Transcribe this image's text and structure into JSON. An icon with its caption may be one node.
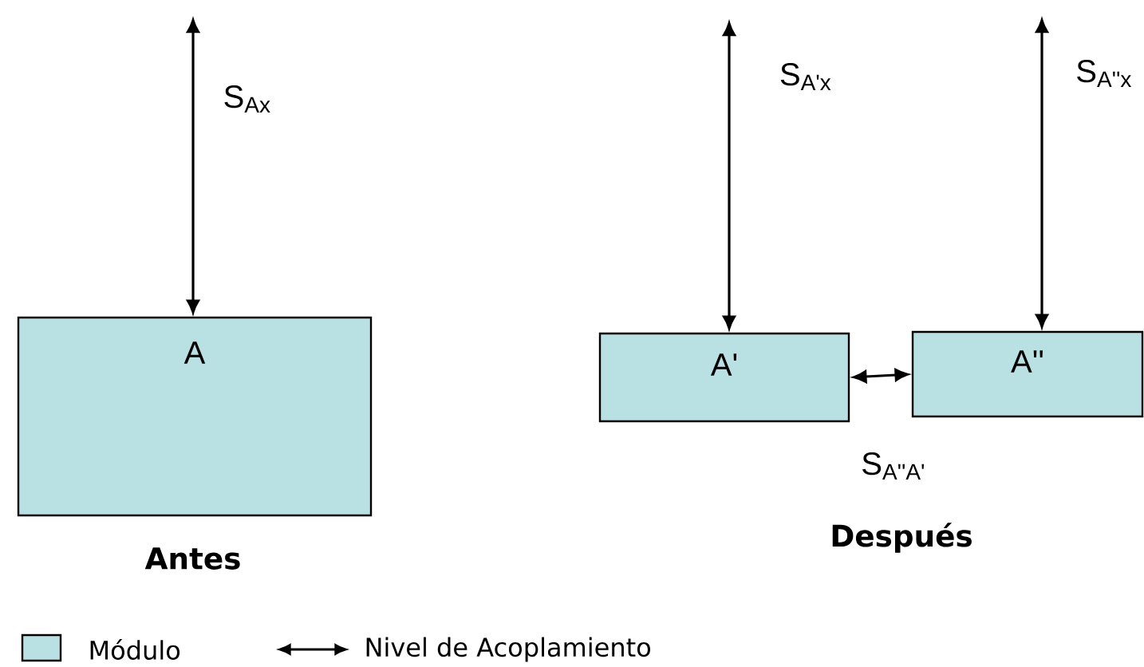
{
  "diagram": {
    "nodes": [
      {
        "text": [
          "A"
        ]
      },
      {
        "text": [
          "A'"
        ]
      },
      {
        "text": [
          "A''"
        ]
      }
    ],
    "edges": [
      {
        "from": null,
        "to": 0,
        "arrow": "both",
        "label": "S$_{Ax}$"
      },
      {
        "from": null,
        "to": 1,
        "arrow": "both",
        "label": "S$_{A'x}$"
      },
      {
        "from": null,
        "to": 2,
        "arrow": "both",
        "label": "S$_{A''x}$"
      },
      {
        "from": 1,
        "to": 2,
        "arrow": "both",
        "label": "S$_{A''A'}$"
      }
    ],
    "labels": [
      "Antes",
      "Después"
    ],
    "legend": [
      {
        "text": "Módulo",
        "color": "#b9e0e3"
      },
      {
        "text": "Nivel de Acoplamiento"
      }
    ]
  }
}
